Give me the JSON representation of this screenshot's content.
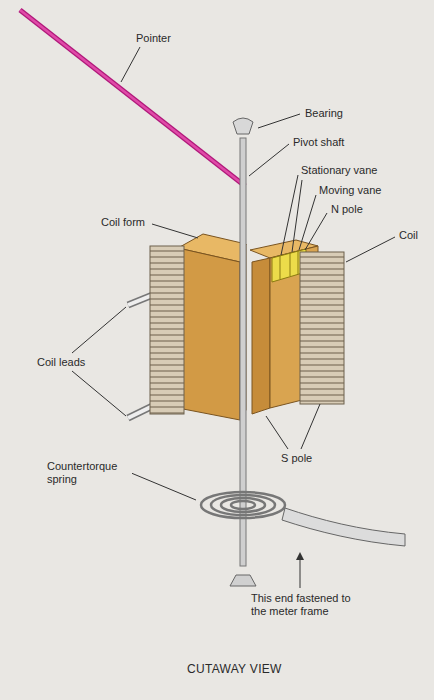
{
  "diagram": {
    "caption": "CUTAWAY VIEW",
    "labels": [
      "Pointer",
      "Bearing",
      "Pivot shaft",
      "Stationary vane",
      "Moving vane",
      "N pole",
      "Coil",
      "Coil form",
      "Coil leads",
      "Countertorque spring",
      "S pole",
      "This end fastened to the meter frame"
    ]
  }
}
